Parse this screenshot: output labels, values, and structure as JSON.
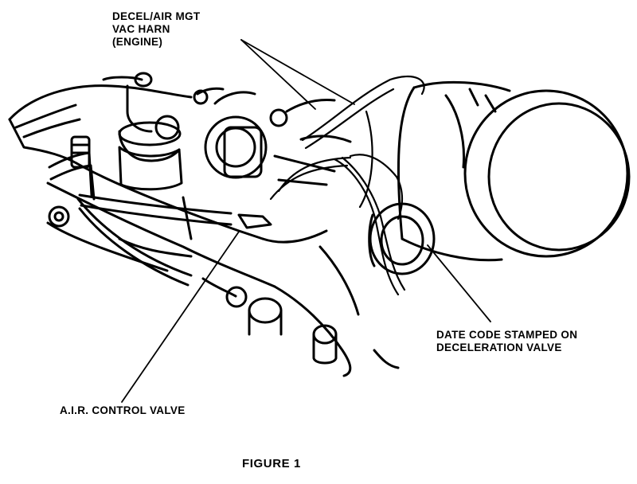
{
  "callouts": {
    "decel_air_mgt": {
      "lines": [
        "DECEL/AIR MGT",
        "VAC HARN",
        "(ENGINE)"
      ]
    },
    "date_code": {
      "lines": [
        "DATE CODE STAMPED ON",
        "DECELERATION VALVE"
      ]
    },
    "air_control_valve": {
      "lines": [
        "A.I.R. CONTROL VALVE"
      ]
    }
  },
  "caption": "FIGURE 1",
  "colors": {
    "ink": "#000000",
    "paper": "#ffffff"
  }
}
